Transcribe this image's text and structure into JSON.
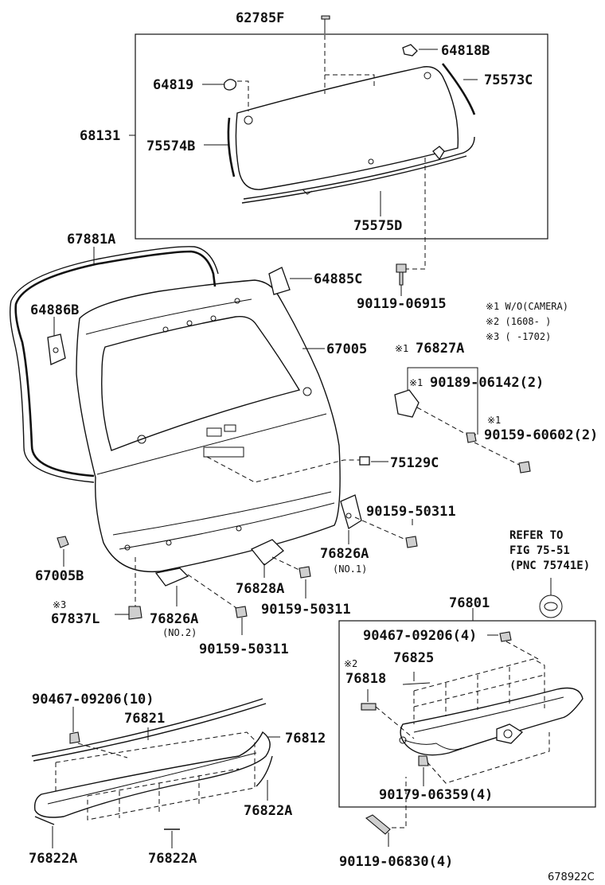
{
  "labels": {
    "l62785F": "62785F",
    "l64818B": "64818B",
    "l64819": "64819",
    "l75573C": "75573C",
    "l68131": "68131",
    "l75574B": "75574B",
    "l75575D": "75575D",
    "l67881A": "67881A",
    "l64885C": "64885C",
    "l90119_06915": "90119-06915",
    "l64886B": "64886B",
    "l67005": "67005",
    "l76827A": "76827A",
    "l90189_06142": "90189-06142(2)",
    "l90159_60602": "90159-60602(2)",
    "l75129C": "75129C",
    "l90159_50311_a": "90159-50311",
    "l67005B": "67005B",
    "l76826A_1": "76826A",
    "l76828A": "76828A",
    "l90159_50311_b": "90159-50311",
    "l67837L": "67837L",
    "l76826A_2": "76826A",
    "l90159_50311_c": "90159-50311",
    "l76801": "76801",
    "l90467_09206_4": "90467-09206(4)",
    "l76825": "76825",
    "l76818": "76818",
    "l90467_09206_10": "90467-09206(10)",
    "l76821": "76821",
    "l76812": "76812",
    "l76822A_r": "76822A",
    "l76822A_l": "76822A",
    "l76822A_m": "76822A",
    "l90179_06359": "90179-06359(4)",
    "l90119_06830": "90119-06830(4)",
    "no1": "(NO.1)",
    "no2": "(NO.2)"
  },
  "notes": {
    "n1": "※1 W/O(CAMERA)",
    "n2": "※2 (1608-      )",
    "n3": "※3 (      -1702)",
    "m76827": "※1",
    "m90189": "※1",
    "m90159": "※1",
    "m67837": "※3",
    "m76818": "※2"
  },
  "refer": {
    "line1": "REFER TO",
    "line2": "FIG 75-51",
    "line3": "(PNC 75741E)"
  },
  "diagram_code": "678922C"
}
